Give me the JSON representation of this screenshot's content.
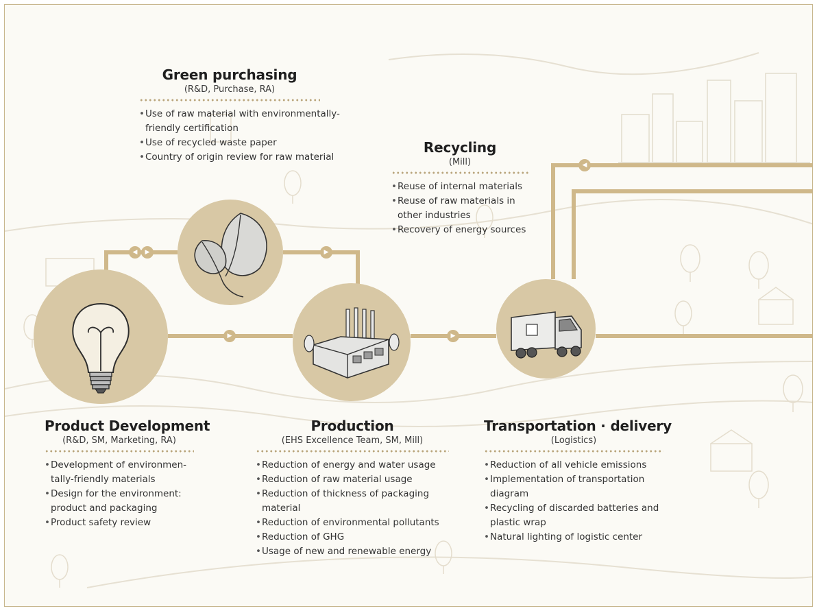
{
  "colors": {
    "frame": "#c8b78e",
    "path": "#cfb88a",
    "circle": "#d8c8a5",
    "dots": "#b9a57c",
    "sketch": "#e2dccd"
  },
  "green_purchasing": {
    "title": "Green purchasing",
    "depts": "(R&D, Purchase, RA)",
    "items": [
      "Use of raw material with environmentally-friendly certification",
      "Use of recycled waste paper",
      "Country of origin review for raw material"
    ]
  },
  "recycling": {
    "title": "Recycling",
    "depts": "(Mill)",
    "items": [
      "Reuse of internal materials",
      "Reuse of raw materials in other industries",
      "Recovery of energy sources"
    ]
  },
  "product_development": {
    "title": "Product Development",
    "depts": "(R&D, SM, Marketing, RA)",
    "items": [
      "Development of environmen-tally-friendly materials",
      "Design for the environment: product and packaging",
      "Product safety review"
    ]
  },
  "production": {
    "title": "Production",
    "depts": "(EHS Excellence Team, SM, Mill)",
    "items": [
      "Reduction of energy and water usage",
      "Reduction of raw material usage",
      "Reduction of thickness of packaging material",
      "Reduction of environmental pollutants",
      "Reduction of GHG",
      "Usage of new and renewable energy"
    ]
  },
  "transportation": {
    "title": "Transportation · delivery",
    "depts": "(Logistics)",
    "items": [
      "Reduction of all vehicle emissions",
      "Implementation of transportation diagram",
      "Recycling of discarded batteries and plastic wrap",
      "Natural lighting of logistic center"
    ]
  },
  "icons": [
    "lightbulb-icon",
    "leaves-icon",
    "factory-icon",
    "truck-icon"
  ]
}
